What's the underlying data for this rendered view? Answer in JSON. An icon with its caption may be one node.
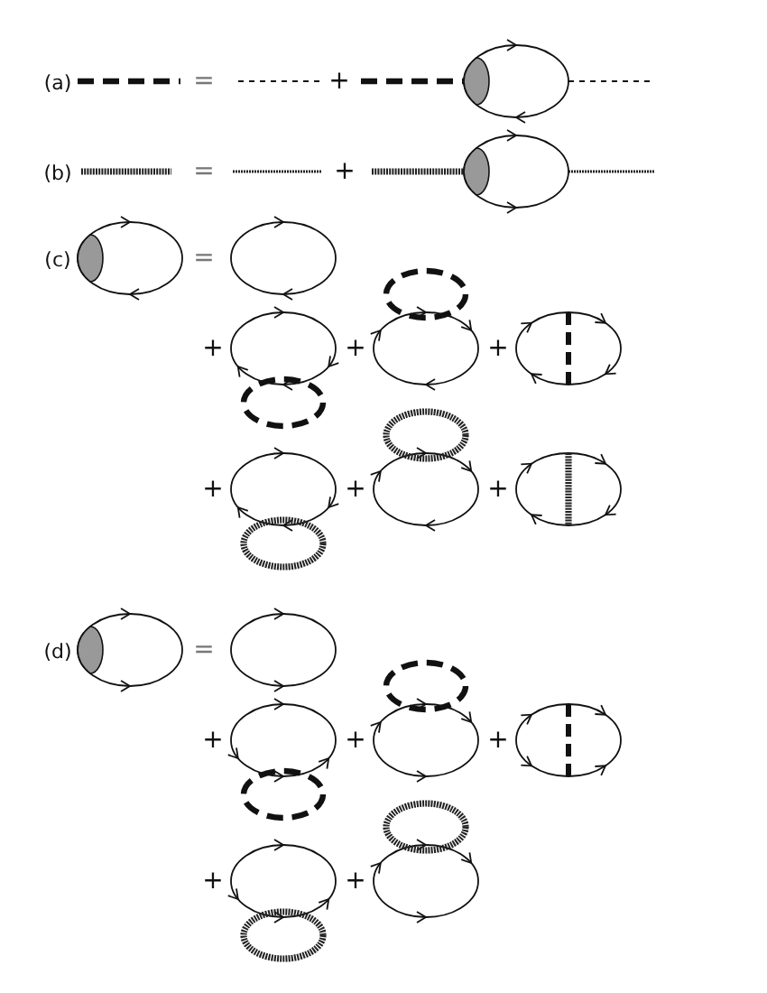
{
  "diagram": {
    "labels": [
      "(a)",
      "=",
      "+",
      "(b)",
      "=",
      "+",
      "(c)",
      "=",
      "+",
      "+",
      "+",
      "+",
      "+",
      "+",
      "(d)",
      "=",
      "+",
      "+",
      "+",
      "+",
      "+"
    ]
  }
}
